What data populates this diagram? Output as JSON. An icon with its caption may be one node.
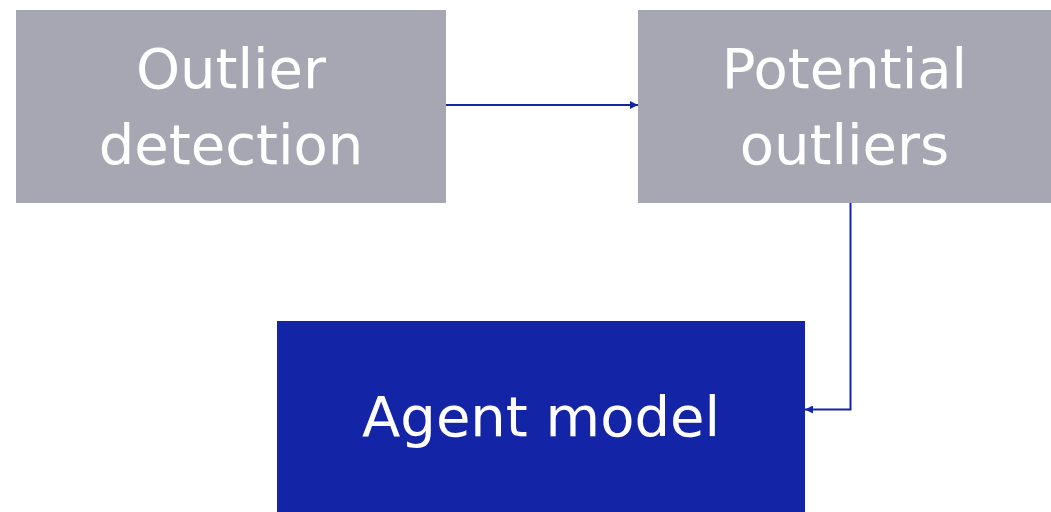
{
  "diagram": {
    "nodes": [
      {
        "text": [
          "Outlier detection"
        ]
      },
      {
        "text": [
          "Potential outliers"
        ]
      },
      {
        "text": [
          "Agent model"
        ]
      }
    ],
    "edges": [
      {
        "from": 0,
        "to": 1,
        "arrow": "to"
      },
      {
        "from": 1,
        "to": 2,
        "arrow": "to"
      }
    ]
  }
}
